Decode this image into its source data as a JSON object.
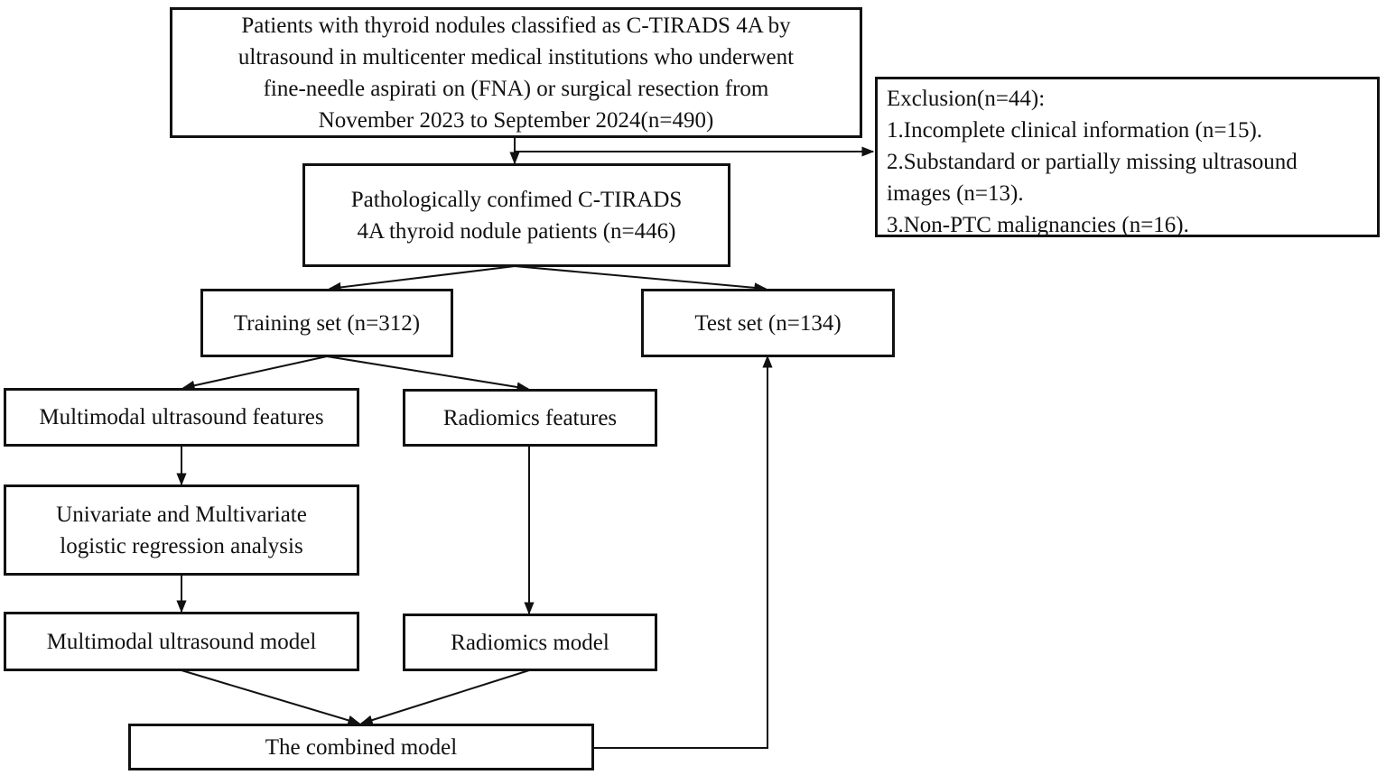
{
  "boxes": {
    "cohort": {
      "lines": [
        "Patients with thyroid nodules classified as C-TIRADS 4A by",
        "ultrasound in multicenter medical institutions who underwent",
        "fine-needle aspirati on (FNA) or surgical resection from",
        "November 2023 to September 2024(n=490)"
      ]
    },
    "exclusion": {
      "lines": [
        "Exclusion(n=44):",
        "1.Incomplete clinical information (n=15).",
        "2.Substandard or partially missing ultrasound",
        "images (n=13).",
        "3.Non-PTC malignancies (n=16)."
      ]
    },
    "confirmed": {
      "lines": [
        "Pathologically confimed C-TIRADS",
        "4A thyroid nodule patients (n=446)"
      ]
    },
    "training": {
      "label": "Training set (n=312)"
    },
    "test": {
      "label": "Test set (n=134)"
    },
    "us_features": {
      "label": "Multimodal ultrasound features"
    },
    "radiomics_features": {
      "label": "Radiomics features"
    },
    "regression": {
      "lines": [
        "Univariate and Multivariate",
        "logistic regression analysis"
      ]
    },
    "us_model": {
      "label": "Multimodal ultrasound model"
    },
    "radiomics_model": {
      "label": "Radiomics model"
    },
    "combined": {
      "label": "The combined model"
    }
  }
}
